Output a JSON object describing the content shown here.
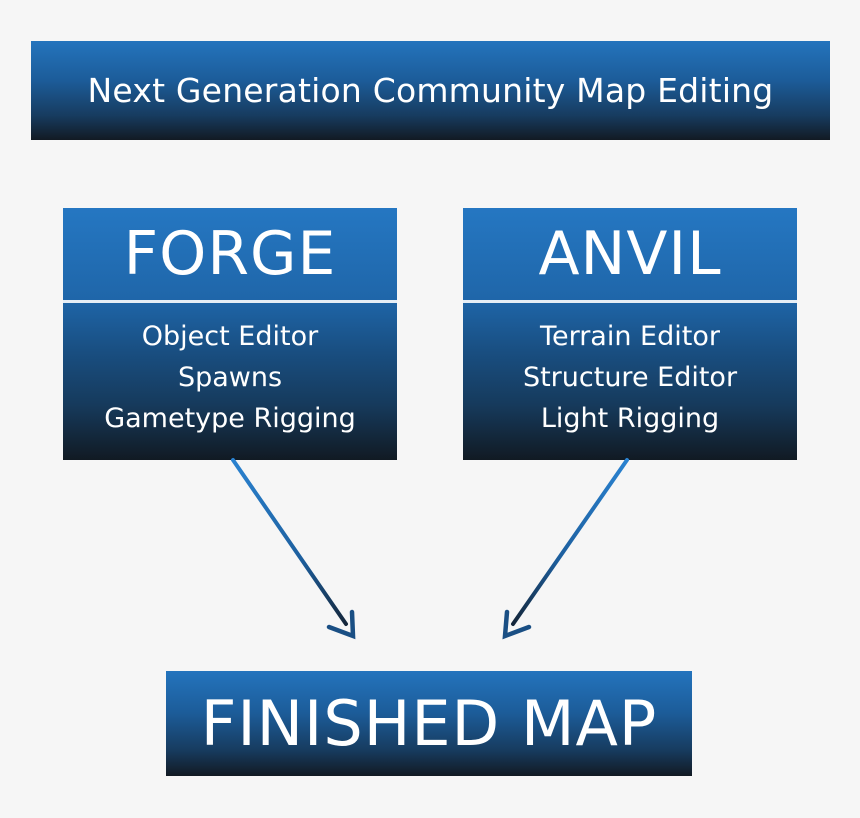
{
  "header": {
    "title": "Next Generation Community Map Editing"
  },
  "forge": {
    "title": "FORGE",
    "items": [
      "Object Editor",
      "Spawns",
      "Gametype Rigging"
    ]
  },
  "anvil": {
    "title": "ANVIL",
    "items": [
      "Terrain Editor",
      "Structure Editor",
      "Light Rigging"
    ]
  },
  "result": {
    "title": "FINISHED MAP"
  },
  "colors": {
    "background": "#f6f6f6",
    "accent_blue": "#2474bd",
    "dark_navy": "#111a24",
    "arrow": "#1f6fbf"
  }
}
